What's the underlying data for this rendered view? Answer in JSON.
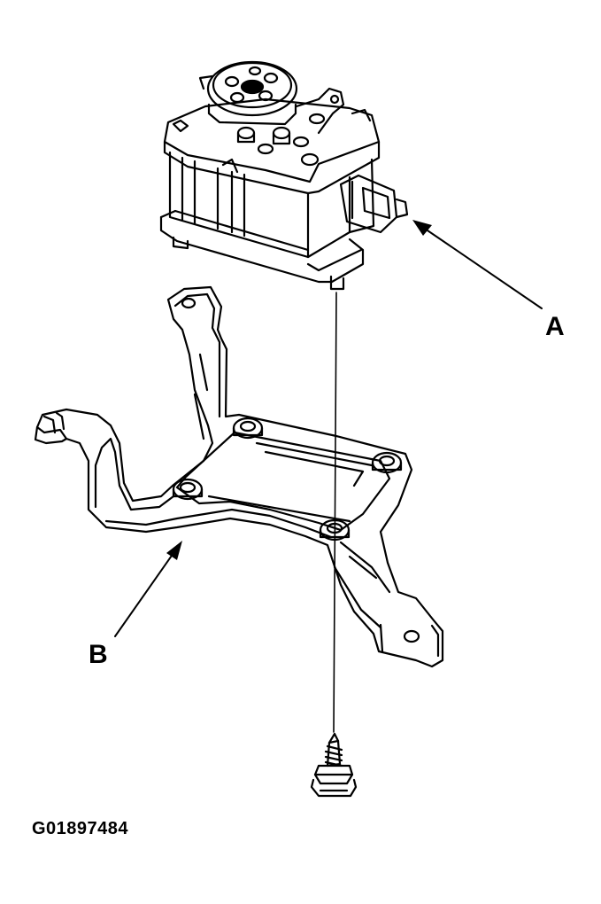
{
  "labels": {
    "a": "A",
    "b": "B"
  },
  "figure_id": "G01897484",
  "colors": {
    "line": "#000000",
    "background": "#ffffff"
  }
}
